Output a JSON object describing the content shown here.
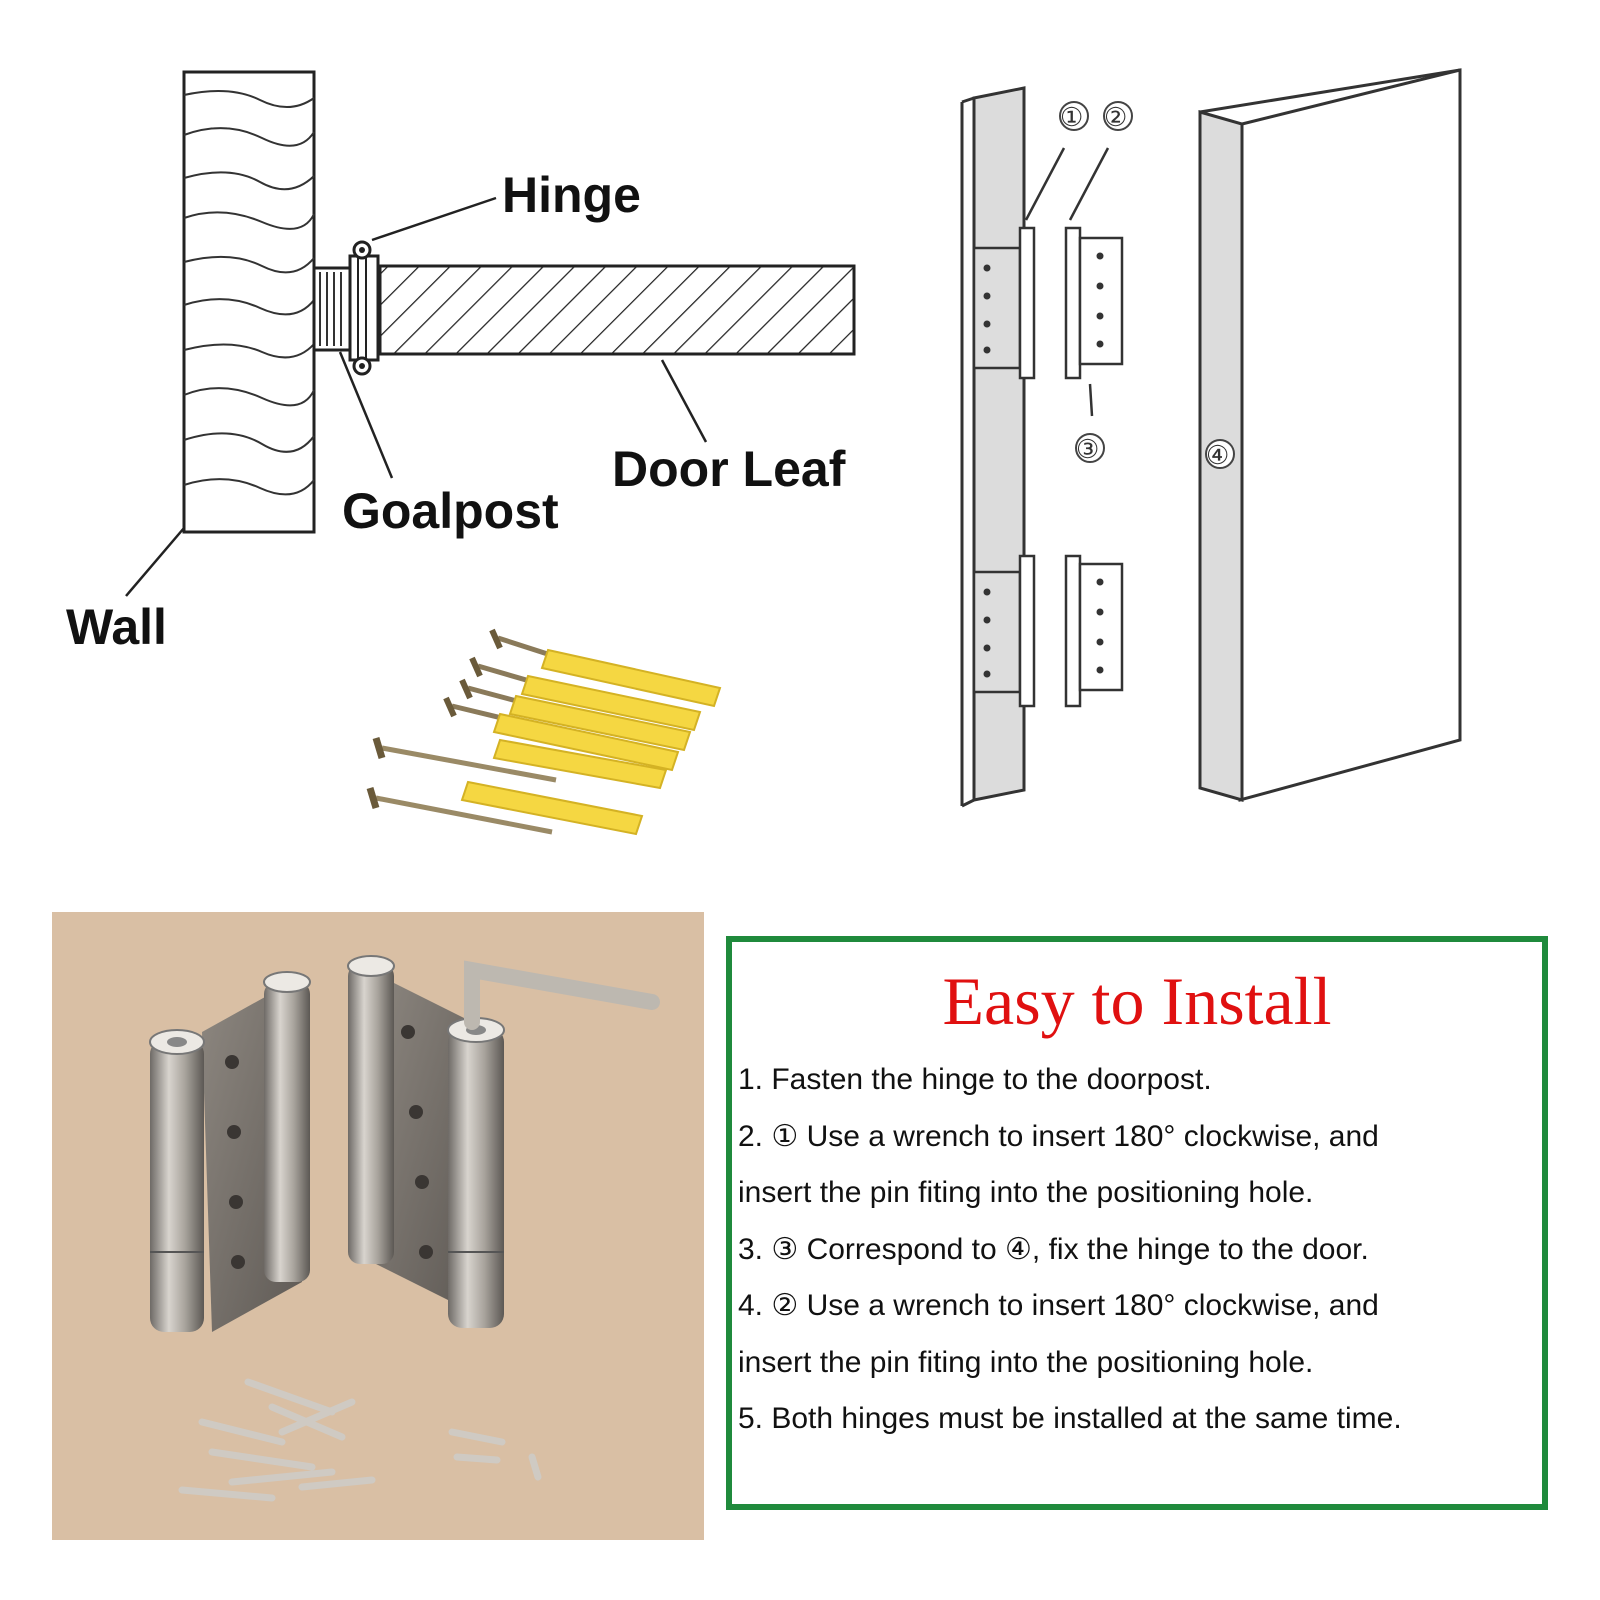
{
  "colors": {
    "label": "#111111",
    "anchor_plug": "#f5d742",
    "photo_background": "#d9bfa4",
    "instruction_border": "#1f8a3c",
    "instruction_title": "#e01010"
  },
  "diagram_left": {
    "labels": {
      "hinge": "Hinge",
      "door_leaf": "Door Leaf",
      "goalpost": "Goalpost",
      "wall": "Wall"
    }
  },
  "diagram_right": {
    "markers": {
      "one": "①",
      "two": "②",
      "three": "③",
      "four": "④"
    }
  },
  "instructions": {
    "title": "Easy to Install",
    "lines": [
      "1. Fasten the hinge to the doorpost.",
      "2. ① Use a wrench to insert 180° clockwise, and",
      "insert the pin fiting into the positioning hole.",
      "3. ③ Correspond to ④, fix the hinge to the door.",
      "4. ② Use a wrench to insert 180° clockwise, and",
      "insert the pin fiting into the positioning hole.",
      "5. Both hinges must be installed at the same time."
    ]
  }
}
